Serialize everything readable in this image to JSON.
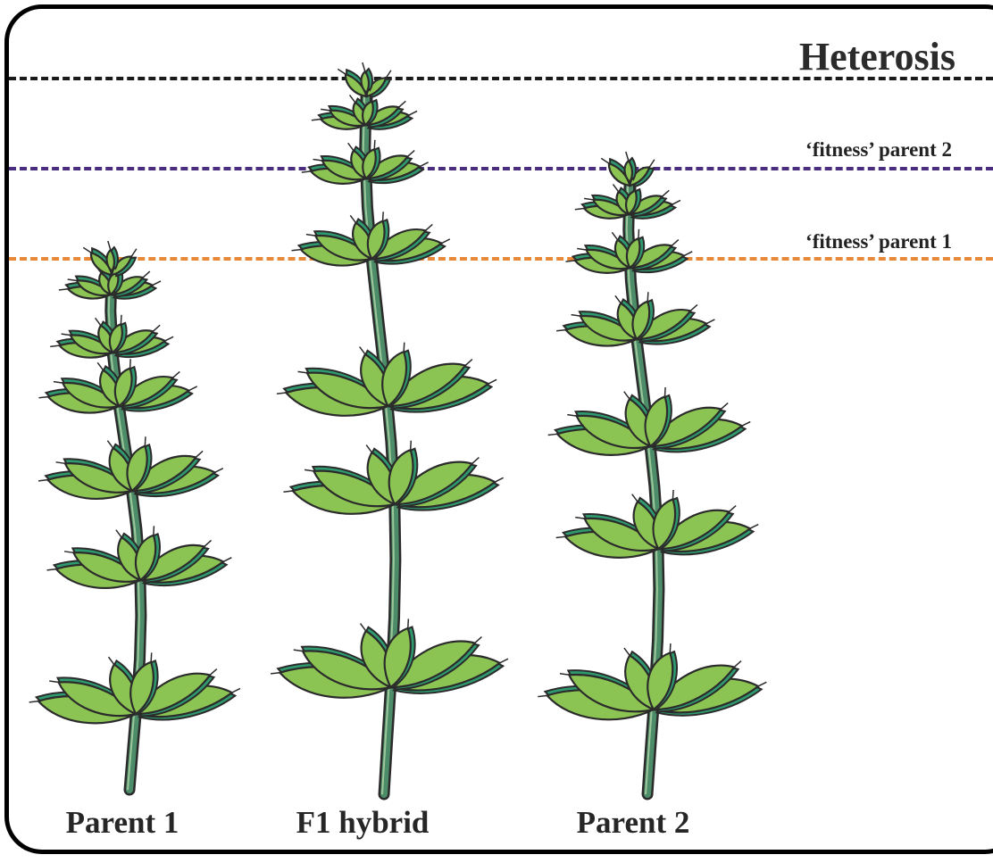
{
  "title": "Heterosis",
  "lines": [
    {
      "label": "",
      "color": "#1a1a1a"
    },
    {
      "label": "‘fitness’ parent 2",
      "color": "#4b2d7f"
    },
    {
      "label": "‘fitness’ parent 1",
      "color": "#e8893a"
    }
  ],
  "plants": [
    {
      "label": "Parent 1"
    },
    {
      "label": "F1 hybrid"
    },
    {
      "label": "Parent 2"
    }
  ],
  "colors": {
    "leaf": "#8cc454",
    "leaf_shadow": "#2f9a70",
    "stem": "#4d8c68",
    "outline": "#2b2b2b"
  }
}
